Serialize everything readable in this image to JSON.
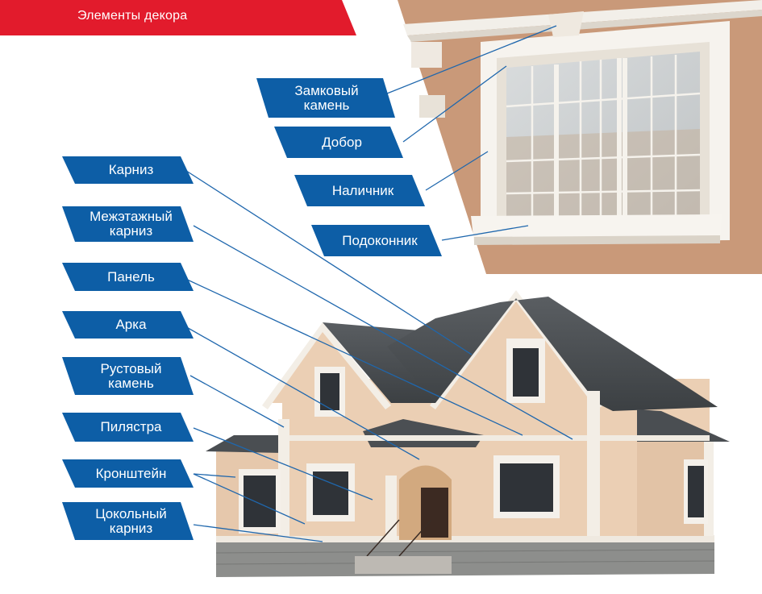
{
  "header": {
    "title": "Элементы декора"
  },
  "colors": {
    "brand_red": "#e21b2c",
    "label_blue": "#0d5ea6",
    "leader_line": "#1f67ad",
    "facade_beige": "#ebcfb4",
    "trim_white": "#f4f1ec",
    "roof_gray": "#4a4e52",
    "plinth_gray": "#8d8e8c"
  },
  "labels": {
    "keystone": "Замковый\nкамень",
    "dobor": "Добор",
    "nalichnik": "Наличник",
    "sill": "Подоконник",
    "cornice": "Карниз",
    "floor_cornice": "Межэтажный\nкарниз",
    "panel": "Панель",
    "arch": "Арка",
    "rustic_stone": "Рустовый\nкамень",
    "pilaster": "Пилястра",
    "bracket": "Кронштейн",
    "plinth_cornice": "Цокольный\nкарниз"
  }
}
